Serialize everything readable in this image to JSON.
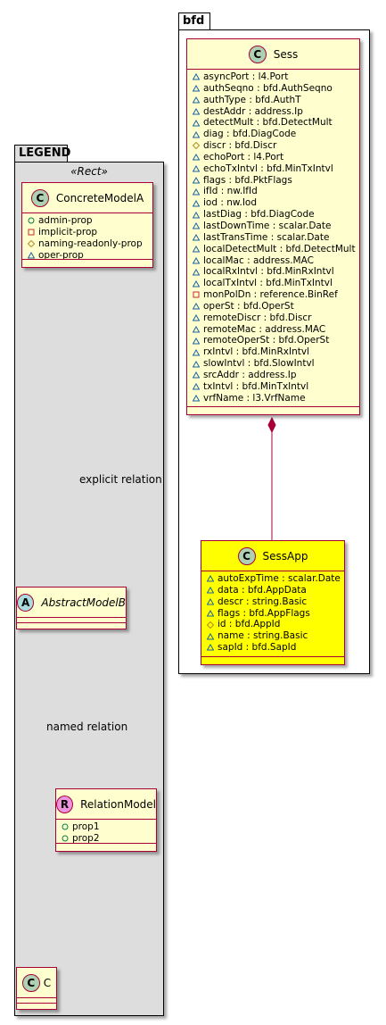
{
  "colors": {
    "class_fill": "#fefece",
    "class_border": "#a80036",
    "highlight_fill": "#ffff00",
    "legend_fill": "#dddddd",
    "badge_class": "#add1b2",
    "badge_abstract": "#a9dcdf",
    "badge_relation": "#eb93df"
  },
  "packages": {
    "bfd": {
      "title": "bfd"
    },
    "legend": {
      "title": "LEGEND",
      "stereotype": "«Rect»"
    }
  },
  "classes": {
    "sess": {
      "badge": "C",
      "name": "Sess",
      "attributes": [
        {
          "vis": "package",
          "text": "asyncPort : l4.Port"
        },
        {
          "vis": "package",
          "text": "authSeqno : bfd.AuthSeqno"
        },
        {
          "vis": "package",
          "text": "authType : bfd.AuthT"
        },
        {
          "vis": "package",
          "text": "destAddr : address.Ip"
        },
        {
          "vis": "package",
          "text": "detectMult : bfd.DetectMult"
        },
        {
          "vis": "package",
          "text": "diag : bfd.DiagCode"
        },
        {
          "vis": "protected",
          "text": "discr : bfd.Discr"
        },
        {
          "vis": "package",
          "text": "echoPort : l4.Port"
        },
        {
          "vis": "package",
          "text": "echoTxIntvl : bfd.MinTxIntvl"
        },
        {
          "vis": "package",
          "text": "flags : bfd.PktFlags"
        },
        {
          "vis": "package",
          "text": "ifId : nw.IfId"
        },
        {
          "vis": "package",
          "text": "iod : nw.Iod"
        },
        {
          "vis": "package",
          "text": "lastDiag : bfd.DiagCode"
        },
        {
          "vis": "package",
          "text": "lastDownTime : scalar.Date"
        },
        {
          "vis": "package",
          "text": "lastTransTime : scalar.Date"
        },
        {
          "vis": "package",
          "text": "localDetectMult : bfd.DetectMult"
        },
        {
          "vis": "package",
          "text": "localMac : address.MAC"
        },
        {
          "vis": "package",
          "text": "localRxIntvl : bfd.MinRxIntvl"
        },
        {
          "vis": "package",
          "text": "localTxIntvl : bfd.MinTxIntvl"
        },
        {
          "vis": "private",
          "text": "monPolDn : reference.BinRef"
        },
        {
          "vis": "package",
          "text": "operSt : bfd.OperSt"
        },
        {
          "vis": "package",
          "text": "remoteDiscr : bfd.Discr"
        },
        {
          "vis": "package",
          "text": "remoteMac : address.MAC"
        },
        {
          "vis": "package",
          "text": "remoteOperSt : bfd.OperSt"
        },
        {
          "vis": "package",
          "text": "rxIntvl : bfd.MinRxIntvl"
        },
        {
          "vis": "package",
          "text": "slowIntvl : bfd.SlowIntvl"
        },
        {
          "vis": "package",
          "text": "srcAddr : address.Ip"
        },
        {
          "vis": "package",
          "text": "txIntvl : bfd.MinTxIntvl"
        },
        {
          "vis": "package",
          "text": "vrfName : l3.VrfName"
        }
      ]
    },
    "sessapp": {
      "badge": "C",
      "name": "SessApp",
      "attributes": [
        {
          "vis": "package",
          "text": "autoExpTime : scalar.Date"
        },
        {
          "vis": "package",
          "text": "data : bfd.AppData"
        },
        {
          "vis": "package",
          "text": "descr : string.Basic"
        },
        {
          "vis": "package",
          "text": "flags : bfd.AppFlags"
        },
        {
          "vis": "protected",
          "text": "id : bfd.AppId"
        },
        {
          "vis": "package",
          "text": "name : string.Basic"
        },
        {
          "vis": "package",
          "text": "sapId : bfd.SapId"
        }
      ]
    },
    "concrete": {
      "badge": "C",
      "name": "ConcreteModelA",
      "attributes": [
        {
          "vis": "public",
          "text": "admin-prop"
        },
        {
          "vis": "private",
          "text": "implicit-prop"
        },
        {
          "vis": "protected",
          "text": "naming-readonly-prop"
        },
        {
          "vis": "package",
          "text": "oper-prop"
        }
      ]
    },
    "abstract": {
      "badge": "A",
      "name": "AbstractModelB"
    },
    "relation": {
      "badge": "R",
      "name": "RelationModel",
      "attributes": [
        {
          "vis": "public",
          "text": "prop1"
        },
        {
          "vis": "public",
          "text": "prop2"
        }
      ]
    },
    "c": {
      "badge": "C",
      "name": "C"
    }
  },
  "relations": {
    "explicit": "explicit relation",
    "named": "named relation"
  }
}
